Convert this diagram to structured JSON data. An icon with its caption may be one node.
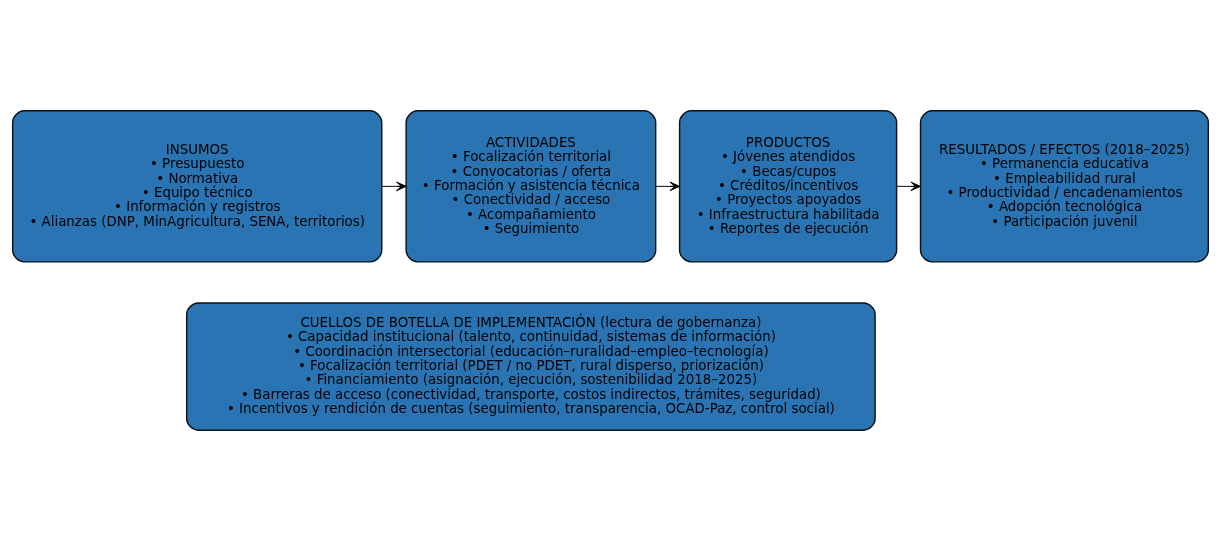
{
  "diagram": {
    "nodes": [
      {
        "text": [
          "INSUMOS",
          "• Presupuesto",
          "• Normativa",
          "• Equipo técnico",
          "• Información y registros",
          "• Alianzas (DNP, MinAgricultura, SENA, territorios)"
        ]
      },
      {
        "text": [
          "ACTIVIDADES",
          "• Focalización territorial",
          "• Convocatorias / oferta",
          "• Formación y asistencia técnica",
          "• Conectividad / acceso",
          "• Acompañamiento",
          "• Seguimiento"
        ]
      },
      {
        "text": [
          "PRODUCTOS",
          "• Jóvenes atendidos",
          "• Becas/cupos",
          "• Créditos/incentivos",
          "• Proyectos apoyados",
          "• Infraestructura habilitada",
          "• Reportes de ejecución"
        ]
      },
      {
        "text": [
          "RESULTADOS / EFECTOS (2018–2025)",
          "• Permanencia educativa",
          "• Empleabilidad rural",
          "• Productividad / encadenamientos",
          "• Adopción tecnológica",
          "• Participación juvenil"
        ]
      },
      {
        "text": [
          "CUELLOS DE BOTELLA DE IMPLEMENTACIÓN (lectura de gobernanza)",
          "• Capacidad institucional (talento, continuidad, sistemas de información)",
          "• Coordinación intersectorial (educación–ruralidad–empleo–tecnología)",
          "• Focalización territorial (PDET / no PDET, rural disperso, priorización)",
          "• Financiamiento (asignación, ejecución, sostenibilidad 2018–2025)",
          "• Barreras de acceso (conectividad, transporte, costos indirectos, trámites, seguridad)",
          "• Incentivos y rendición de cuentas (seguimiento, transparencia, OCAD-Paz, control social)"
        ]
      }
    ],
    "edges": [
      {
        "from": 0,
        "to": 1,
        "arrow": "to"
      },
      {
        "from": 1,
        "to": 2,
        "arrow": "to"
      },
      {
        "from": 2,
        "to": 3,
        "arrow": "to"
      }
    ]
  }
}
